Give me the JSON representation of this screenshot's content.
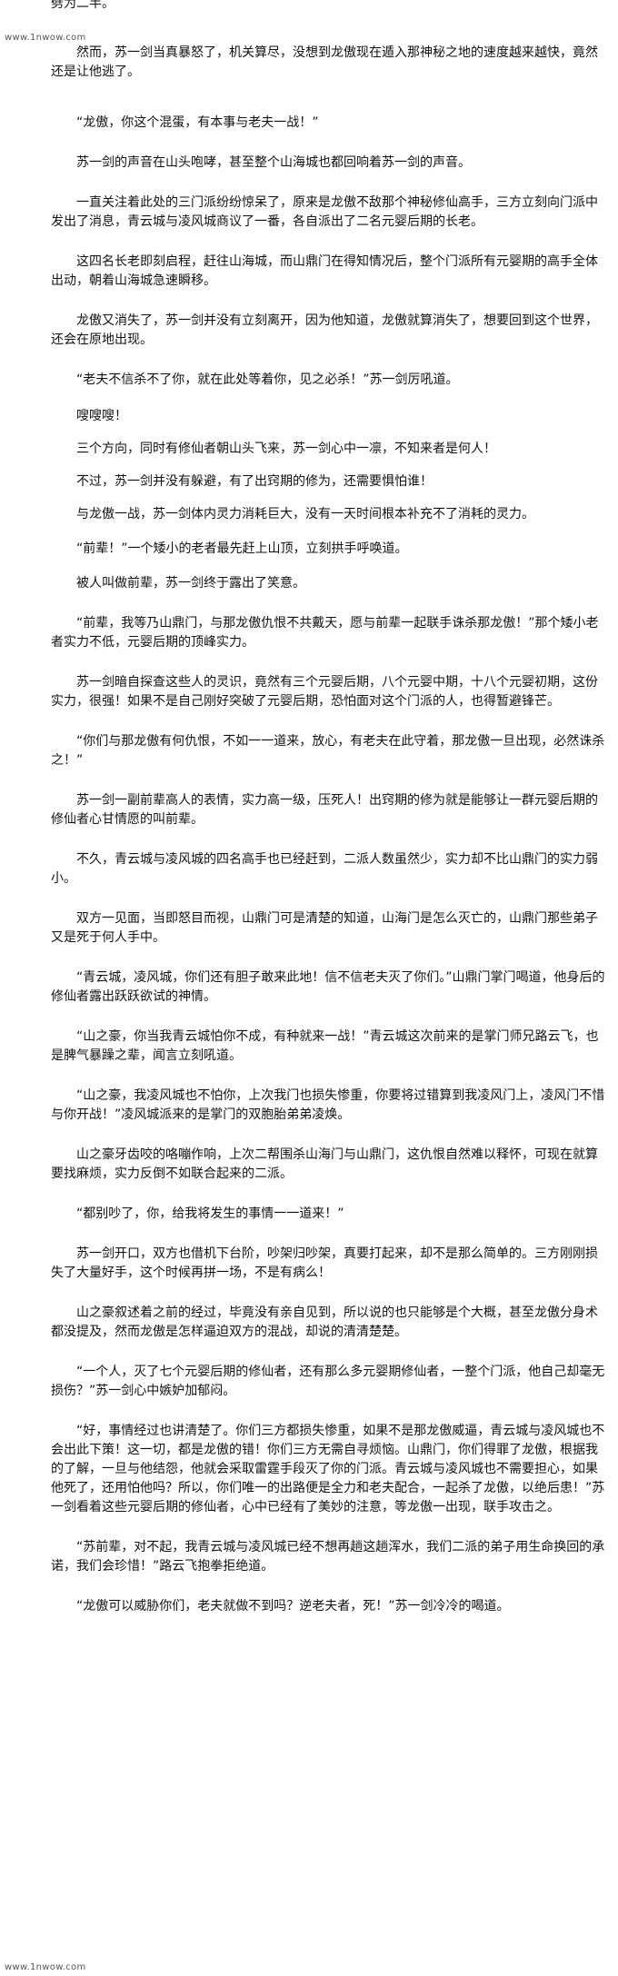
{
  "watermark": {
    "top": "www.1nwow.com",
    "bottom": "www.1nwow.com"
  },
  "paragraphs": [
    "劈为二半。",
    "然而，苏一剑当真暴怒了，机关算尽，没想到龙傲现在遁入那神秘之地的速度越来越快，竟然还是让他逃了。",
    "“龙傲，你这个混蛋，有本事与老夫一战！”",
    "苏一剑的声音在山头咆哮，甚至整个山海城也都回响着苏一剑的声音。",
    "一直关注着此处的三门派纷纷惊呆了，原来是龙傲不敌那个神秘修仙高手，三方立刻向门派中发出了消息，青云城与凌风城商议了一番，各自派出了二名元婴后期的长老。",
    "这四名长老即刻启程，赶往山海城，而山鼎门在得知情况后，整个门派所有元婴期的高手全体出动，朝着山海城急速瞬移。",
    "龙傲又消失了，苏一剑并没有立刻离开，因为他知道，龙傲就算消失了，想要回到这个世界，还会在原地出现。",
    "“老夫不信杀不了你，就在此处等着你，见之必杀！”苏一剑厉吼道。",
    "嗖嗖嗖！",
    "三个方向，同时有修仙者朝山头飞来，苏一剑心中一凛，不知来者是何人！",
    "不过，苏一剑并没有躲避，有了出窍期的修为，还需要惧怕谁！",
    "与龙傲一战，苏一剑体内灵力消耗巨大，没有一天时间根本补充不了消耗的灵力。",
    "“前辈！”一个矮小的老者最先赶上山顶，立刻拱手呼唤道。",
    "被人叫做前辈，苏一剑终于露出了笑意。",
    "“前辈，我等乃山鼎门，与那龙傲仇恨不共戴天，愿与前辈一起联手诛杀那龙傲！”那个矮小老者实力不低，元婴后期的顶峰实力。",
    "苏一剑暗自探查这些人的灵识，竟然有三个元婴后期，八个元婴中期，十八个元婴初期，这份实力，很强！如果不是自己刚好突破了元婴后期，恐怕面对这个门派的人，也得暂避锋芒。",
    "“你们与那龙傲有何仇恨，不如一一道来，放心，有老夫在此守着，那龙傲一旦出现，必然诛杀之！”",
    "苏一剑一副前辈高人的表情，实力高一级，压死人！出窍期的修为就是能够让一群元婴后期的修仙者心甘情愿的叫前辈。",
    "不久，青云城与凌风城的四名高手也已经赶到，二派人数虽然少，实力却不比山鼎门的实力弱小。",
    "双方一见面，当即怒目而视，山鼎门可是清楚的知道，山海门是怎么灭亡的，山鼎门那些弟子又是死于何人手中。",
    "“青云城，凌风城，你们还有胆子敢来此地！信不信老夫灭了你们。”山鼎门掌门喝道，他身后的修仙者露出跃跃欲试的神情。",
    "“山之豪，你当我青云城怕你不成，有种就来一战！”青云城这次前来的是掌门师兄路云飞，也是脾气暴躁之辈，闻言立刻吼道。",
    "“山之豪，我凌风城也不怕你，上次我门也损失惨重，你要将过错算到我凌风门上，凌风门不惜与你开战！”凌风城派来的是掌门的双胞胎弟弟凌焕。",
    "山之豪牙齿咬的咯嘣作响，上次二帮围杀山海门与山鼎门，这仇恨自然难以释怀，可现在就算要找麻烦，实力反倒不如联合起来的二派。",
    "“都别吵了，你，给我将发生的事情一一道来！”",
    "苏一剑开口，双方也借机下台阶，吵架归吵架，真要打起来，却不是那么简单的。三方刚刚损失了大量好手，这个时候再拼一场，不是有病么！",
    "山之豪叙述着之前的经过，毕竟没有亲自见到，所以说的也只能够是个大概，甚至龙傲分身术都没提及，然而龙傲是怎样逼迫双方的混战，却说的清清楚楚。",
    "“一个人，灭了七个元婴后期的修仙者，还有那么多元婴期修仙者，一整个门派，他自己却毫无损伤？”苏一剑心中嫉妒加郁闷。",
    "“好，事情经过也讲清楚了。你们三方都损失惨重，如果不是那龙傲威逼，青云城与凌风城也不会出此下策！这一切，都是龙傲的错！你们三方无需自寻烦恼。山鼎门，你们得罪了龙傲，根据我的了解，一旦与他结怨，他就会采取雷霆手段灭了你的门派。青云城与凌风城也不需要担心，如果他死了，还用怕他吗？所以，你们唯一的出路便是全力和老夫配合，一起杀了龙傲，以绝后患！”苏一剑看着这些元婴后期的修仙者，心中已经有了美妙的注意，等龙傲一出现，联手攻击之。",
    "“苏前辈，对不起，我青云城与凌风城已经不想再趟这趟浑水，我们二派的弟子用生命换回的承诺，我们会珍惜！”路云飞抱拳拒绝道。",
    "“龙傲可以威胁你们，老夫就做不到吗？逆老夫者，死！”苏一剑冷冷的喝道。"
  ]
}
